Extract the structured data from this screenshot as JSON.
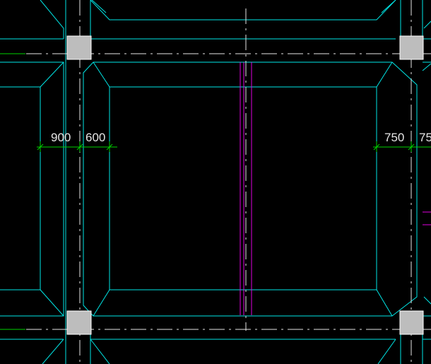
{
  "drawing": {
    "dimensions": {
      "left_outer": "900",
      "left_inner": "600",
      "right_inner": "750",
      "right_outer": "75"
    },
    "colors": {
      "background": "#000000",
      "outline": "#00e6e6",
      "axis": "#e6e6e6",
      "column": "#bdbdbd",
      "dimension": "#00d200",
      "beam": "#e000e0"
    }
  }
}
